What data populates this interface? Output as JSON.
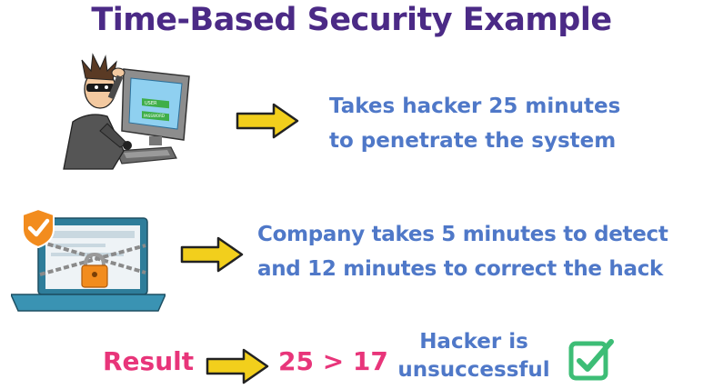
{
  "title": "Time-Based Security Example",
  "rows": [
    {
      "line1": "Takes hacker 25 minutes",
      "line2": "to penetrate the system"
    },
    {
      "line1": "Company takes 5 minutes to detect",
      "line2": "and 12 minutes to correct the hack"
    }
  ],
  "result": {
    "label": "Result",
    "value": "25 > 17",
    "outcome_line1": "Hacker is",
    "outcome_line2": "unsuccessful"
  },
  "monitor_text": {
    "user": "USER",
    "password": "PASSWORD"
  },
  "icons": {
    "hacker": "hacker-at-computer-icon",
    "laptop": "chained-locked-laptop-icon",
    "shield": "shield-check-icon",
    "arrow": "right-arrow-icon",
    "check": "green-checkbox-icon"
  },
  "colors": {
    "title": "#4b2a86",
    "text": "#4f78c8",
    "result": "#e8357a",
    "arrow_fill": "#f2cf1c",
    "check": "#3dbd76",
    "laptop": "#2e7d9a",
    "shield": "#f28c1e"
  }
}
